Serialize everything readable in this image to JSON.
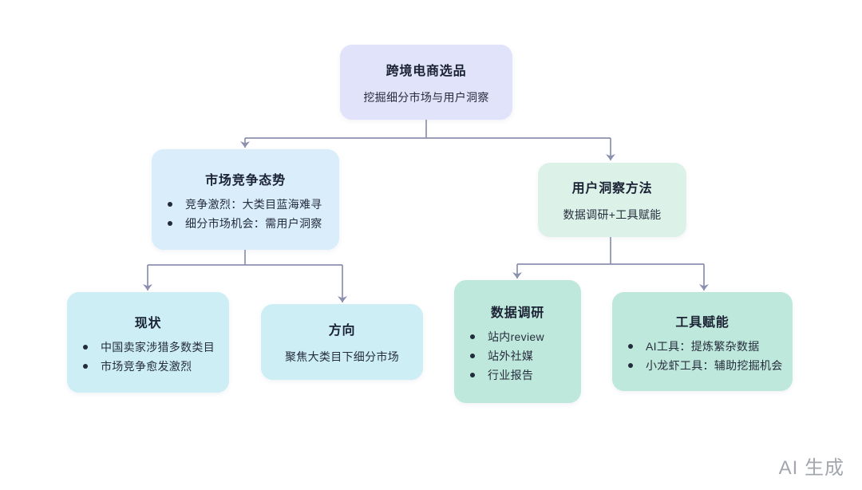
{
  "diagram": {
    "title_node": "root",
    "nodes": {
      "root": {
        "title": "跨境电商选品",
        "subtitle": "挖掘细分市场与用户洞察",
        "fill": "#e0e3fa"
      },
      "market": {
        "title": "市场竞争态势",
        "bullets": [
          "竞争激烈：大类目蓝海难寻",
          "细分市场机会：需用户洞察"
        ],
        "fill": "#d9edfb"
      },
      "user": {
        "title": "用户洞察方法",
        "subtitle": "数据调研+工具赋能",
        "fill": "#dcf2e8"
      },
      "status": {
        "title": "现状",
        "bullets": [
          "中国卖家涉猎多数类目",
          "市场竞争愈发激烈"
        ],
        "fill": "#cceef4"
      },
      "direction": {
        "title": "方向",
        "subtitle": "聚焦大类目下细分市场",
        "fill": "#cceef4"
      },
      "research": {
        "title": "数据调研",
        "bullets": [
          "站内review",
          "站外社媒",
          "行业报告"
        ],
        "fill": "#bfe8dc"
      },
      "tools": {
        "title": "工具赋能",
        "bullets": [
          "AI工具：提炼繁杂数据",
          "小龙虾工具：辅助挖掘机会"
        ],
        "fill": "#bfe8dc"
      }
    },
    "edges": [
      {
        "from": "root",
        "to": "market"
      },
      {
        "from": "root",
        "to": "user"
      },
      {
        "from": "market",
        "to": "status"
      },
      {
        "from": "market",
        "to": "direction"
      },
      {
        "from": "user",
        "to": "research"
      },
      {
        "from": "user",
        "to": "tools"
      }
    ]
  },
  "colors": {
    "connector": "#8b90ae",
    "title_text": "#1b2234",
    "body_text": "#262d3d",
    "watermark": "#a3a7ae",
    "background": "#ffffff"
  },
  "watermark": "AI 生成"
}
